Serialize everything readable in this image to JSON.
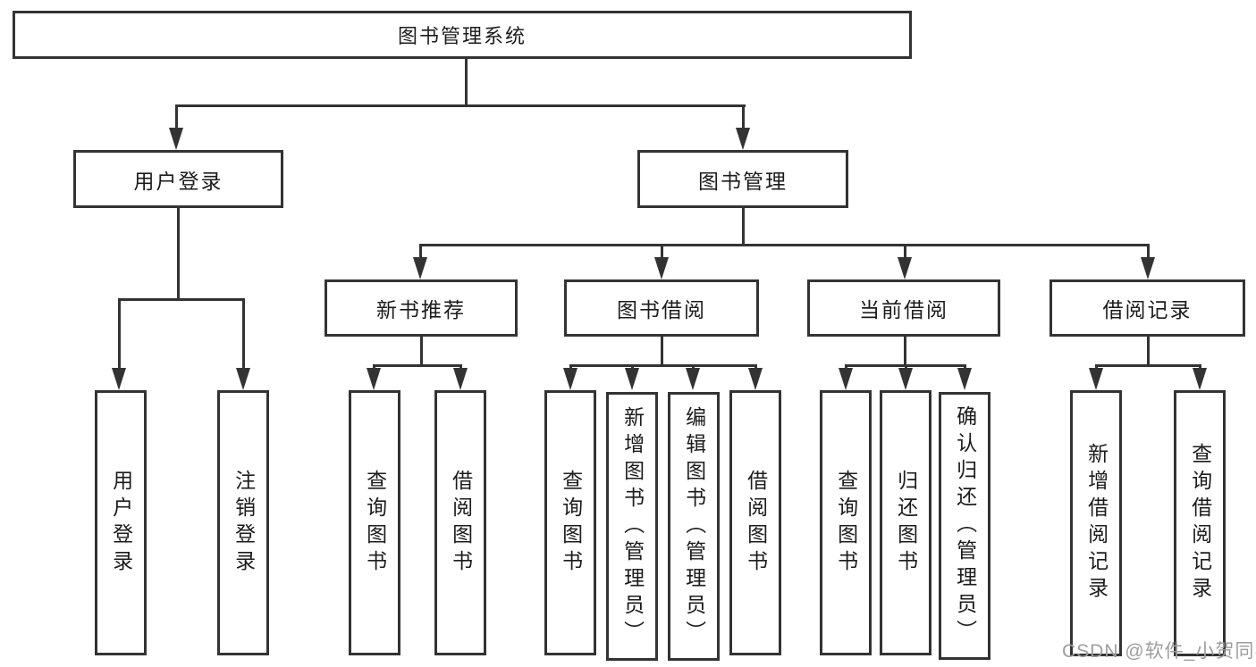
{
  "tree": {
    "label": "图书管理系统",
    "children": [
      {
        "label": "用户登录",
        "children": [
          {
            "label": "用户登录"
          },
          {
            "label": "注销登录"
          }
        ]
      },
      {
        "label": "图书管理",
        "children": [
          {
            "label": "新书推荐",
            "children": [
              {
                "label": "查询图书"
              },
              {
                "label": "借阅图书"
              }
            ]
          },
          {
            "label": "图书借阅",
            "children": [
              {
                "label": "查询图书"
              },
              {
                "label": "新增图书（管理员）"
              },
              {
                "label": "编辑图书（管理员）"
              },
              {
                "label": "借阅图书"
              }
            ]
          },
          {
            "label": "当前借阅",
            "children": [
              {
                "label": "查询图书"
              },
              {
                "label": "归还图书"
              },
              {
                "label": "确认归还（管理员）"
              }
            ]
          },
          {
            "label": "借阅记录",
            "children": [
              {
                "label": "新增借阅记录"
              },
              {
                "label": "查询借阅记录"
              }
            ]
          }
        ]
      }
    ]
  },
  "watermark": {
    "text": "CSDN @软件_小贺同学"
  },
  "colors": {
    "line": "#333333",
    "text": "#1c1c1c",
    "box_background": "#ffffff",
    "page_background": "#ffffff",
    "watermark": "#9e9e9e"
  }
}
